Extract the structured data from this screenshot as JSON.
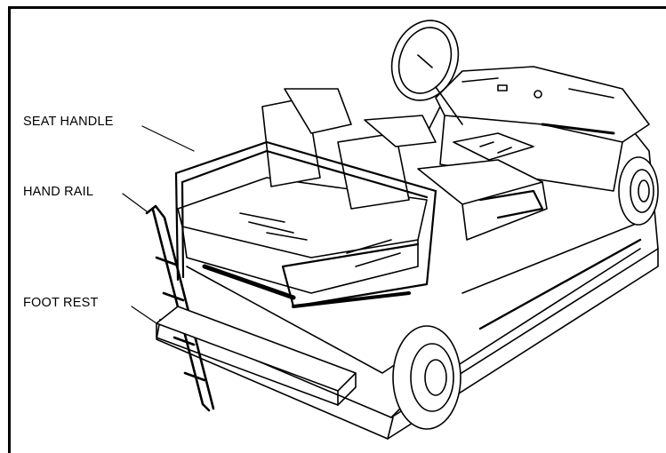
{
  "labels": {
    "seat_handle": "SEAT HANDLE",
    "hand_rail": "HAND RAIL",
    "foot_rest": "FOOT REST"
  },
  "colors": {
    "line": "#000000",
    "fill": "#ffffff",
    "shadow": "#111111"
  }
}
